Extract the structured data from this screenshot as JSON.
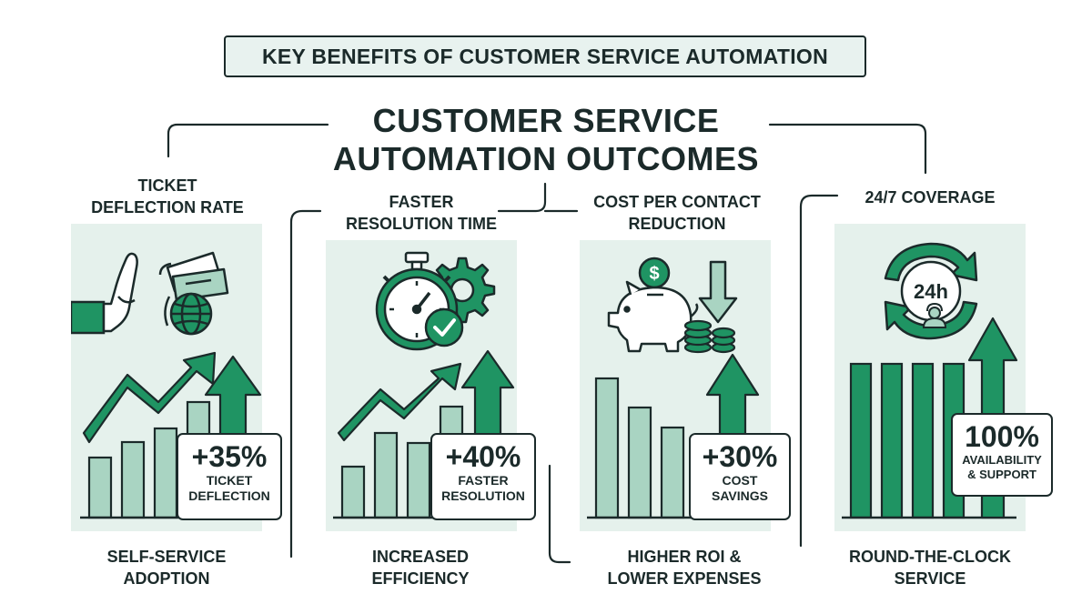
{
  "banner": {
    "title": "KEY BENEFITS OF CUSTOMER SERVICE AUTOMATION"
  },
  "main_title": "CUSTOMER SERVICE\nAUTOMATION OUTCOMES",
  "colors": {
    "accent": "#1f9463",
    "light": "#a9d4c2",
    "panel": "#e5f1ec",
    "ink": "#1b2a2a"
  },
  "cards": [
    {
      "top_label": "TICKET\nDEFLECTION RATE",
      "stat_value": "+35%",
      "stat_caption": "TICKET\nDEFLECTION",
      "bottom_label": "SELF-SERVICE\nADOPTION",
      "icons": [
        "stop-hand-icon",
        "ticket-icon",
        "globe-icon"
      ]
    },
    {
      "top_label": "FASTER\nRESOLUTION TIME",
      "stat_value": "+40%",
      "stat_caption": "FASTER\nRESOLUTION",
      "bottom_label": "INCREASED\nEFFICIENCY",
      "icons": [
        "stopwatch-icon",
        "gear-icon",
        "checkmark-icon"
      ]
    },
    {
      "top_label": "COST PER CONTACT\nREDUCTION",
      "stat_value": "+30%",
      "stat_caption": "COST\nSAVINGS",
      "bottom_label": "HIGHER ROI &\nLOWER EXPENSES",
      "icons": [
        "piggy-bank-icon",
        "dollar-coin-icon",
        "coin-stack-icon",
        "down-arrow-icon"
      ]
    },
    {
      "top_label": "24/7 COVERAGE",
      "stat_value": "100%",
      "stat_caption": "AVAILABILITY\n& SUPPORT",
      "bottom_label": "ROUND-THE-CLOCK\nSERVICE",
      "icons": [
        "24h-cycle-icon",
        "support-agent-icon"
      ],
      "clock_text": "24h"
    }
  ]
}
